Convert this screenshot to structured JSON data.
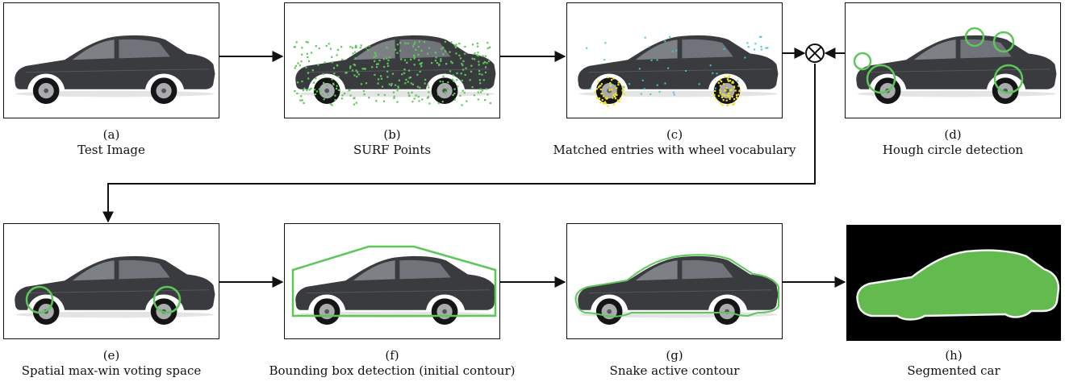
{
  "panels": [
    {
      "letter": "(a)",
      "title": "Test Image"
    },
    {
      "letter": "(b)",
      "title": "SURF Points"
    },
    {
      "letter": "(c)",
      "title": "Matched entries with wheel vocabulary"
    },
    {
      "letter": "(d)",
      "title": "Hough circle detection"
    },
    {
      "letter": "(e)",
      "title": "Spatial max-win voting space"
    },
    {
      "letter": "(f)",
      "title": "Bounding box detection (initial contour)"
    },
    {
      "letter": "(g)",
      "title": "Snake active contour"
    },
    {
      "letter": "(h)",
      "title": "Segmented car"
    }
  ],
  "colors": {
    "overlay_green": "#5cc85a",
    "keypoint_yellow": "#f2e21a",
    "keypoint_cyan": "#3fc6d8",
    "car_body": "#3a3b3e",
    "mask_background": "#000000",
    "mask_fill": "#63bb4f"
  },
  "combine_symbol": "⊗"
}
